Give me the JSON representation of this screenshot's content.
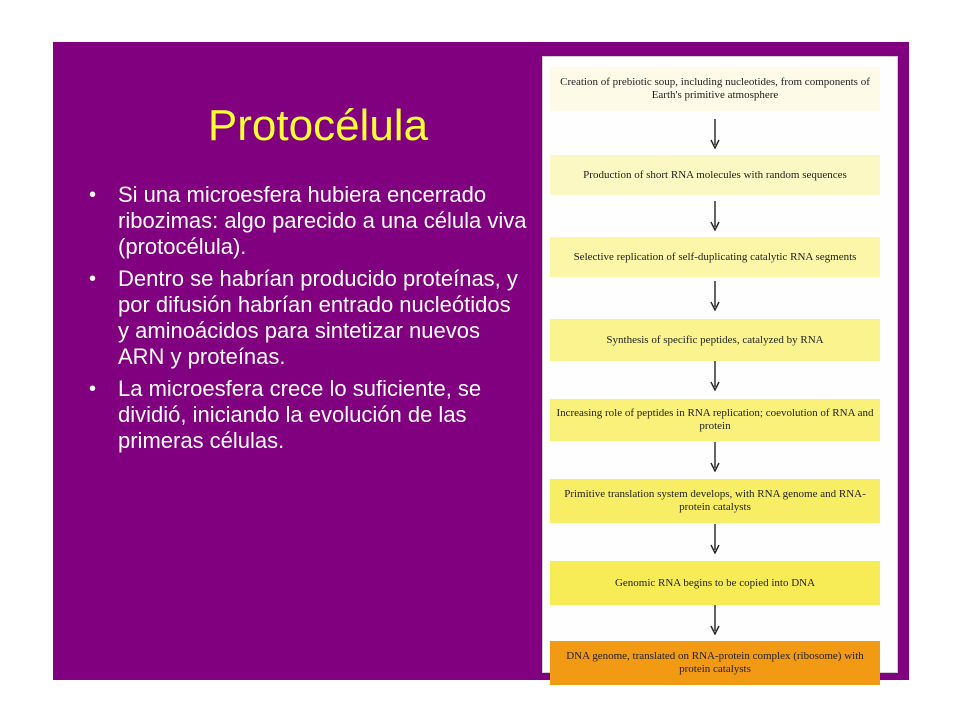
{
  "slide": {
    "title": "Protocélula",
    "bullets": [
      "Si una microesfera hubiera encerrado ribozimas: algo parecido a una célula viva (protocélula).",
      "Dentro se habrían producido proteínas, y por difusión habrían entrado nucleótidos y aminoácidos para sintetizar nuevos ARN y proteínas.",
      "La microesfera crece lo suficiente, se dividió, iniciando la evolución de las primeras células."
    ],
    "bullet_symbol": "•",
    "colors": {
      "background": "#800080",
      "title": "#ffff33",
      "text": "#ffffff"
    }
  },
  "diagram": {
    "steps": [
      {
        "text": "Creation of prebiotic soup, including nucleotides, from components of Earth's primitive atmosphere",
        "color": "#fdfae8"
      },
      {
        "text": "Production of short RNA molecules with random sequences",
        "color": "#fcf8c4"
      },
      {
        "text": "Selective replication of self-duplicating catalytic RNA segments",
        "color": "#fbf6a8"
      },
      {
        "text": "Synthesis of specific peptides, catalyzed by RNA",
        "color": "#faf38e"
      },
      {
        "text": "Increasing role of peptides in RNA replication; coevolution of RNA and protein",
        "color": "#f9f17a"
      },
      {
        "text": "Primitive translation system develops, with RNA genome and RNA-protein catalysts",
        "color": "#f8ee66"
      },
      {
        "text": "Genomic RNA begins to be copied into DNA",
        "color": "#f7ec55"
      },
      {
        "text": "DNA genome, translated on RNA-protein complex (ribosome) with protein catalysts",
        "color": "#f29a14"
      }
    ]
  }
}
